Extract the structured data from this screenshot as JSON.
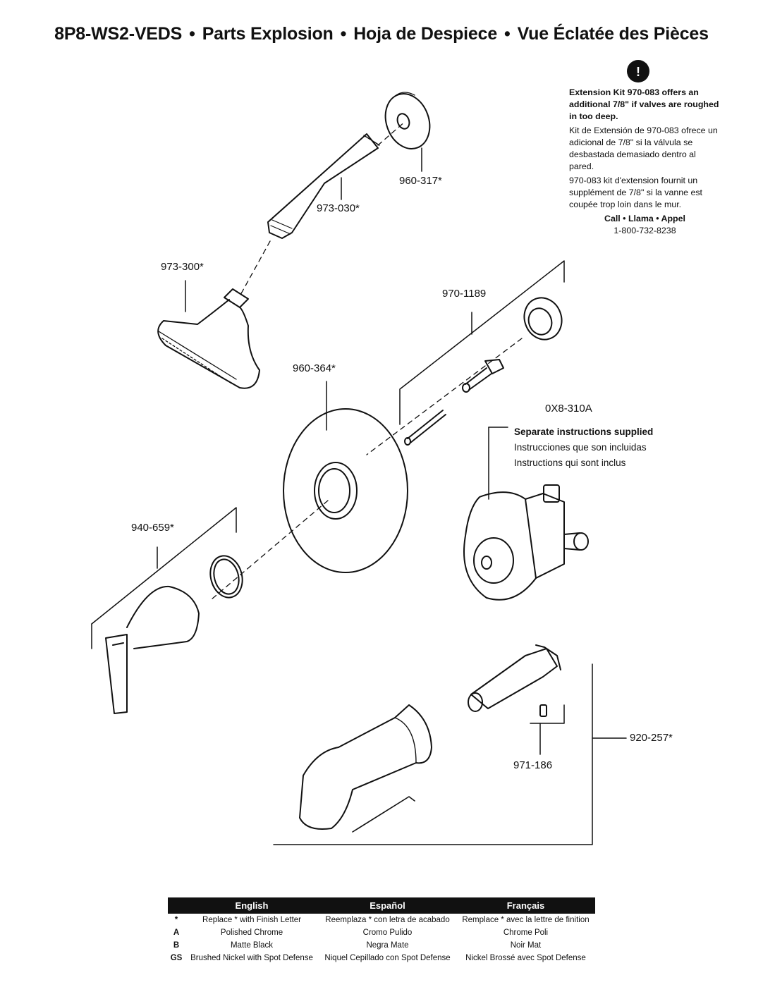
{
  "header": {
    "model": "8P8-WS2-VEDS",
    "en": "Parts Explosion",
    "es": "Hoja de Despiece",
    "fr": "Vue Éclatée des Pièces",
    "separator": "•"
  },
  "note": {
    "en": "Extension Kit 970-083 offers an additional 7/8\" if valves are roughed in too deep.",
    "es": "Kit de Extensión de 970-083 ofrece un adicional de 7/8\" si la válvula se desbastada demasiado dentro al pared.",
    "fr": "970-083 kit d'extension fournit un supplément de 7/8\" si la vanne est coupée trop loin dans le mur.",
    "call": "Call • Llama • Appel",
    "phone": "1-800-732-8238",
    "warning_icon": "!"
  },
  "parts": {
    "p960_317": "960-317*",
    "p973_030": "973-030*",
    "p973_300": "973-300*",
    "p970_1189": "970-1189",
    "p960_364": "960-364*",
    "p0x8_310a": "0X8-310A",
    "p940_659": "940-659*",
    "p920_257": "920-257*",
    "p971_186": "971-186"
  },
  "instructions": {
    "en": "Separate instructions supplied",
    "es": "Instrucciones que son incluidas",
    "fr": "Instructions qui sont inclus"
  },
  "legend": {
    "headers": [
      "English",
      "Español",
      "Français"
    ],
    "rows": [
      {
        "code": "*",
        "en": "Replace * with Finish Letter",
        "es": "Reemplaza * con letra de acabado",
        "fr": "Remplace * avec la lettre de finition"
      },
      {
        "code": "A",
        "en": "Polished Chrome",
        "es": "Cromo Pulido",
        "fr": "Chrome Poli"
      },
      {
        "code": "B",
        "en": "Matte Black",
        "es": "Negra Mate",
        "fr": "Noir Mat"
      },
      {
        "code": "GS",
        "en": "Brushed Nickel with Spot Defense",
        "es": "Niquel Cepillado con Spot Defense",
        "fr": "Nickel Brossé avec Spot Defense"
      }
    ]
  }
}
